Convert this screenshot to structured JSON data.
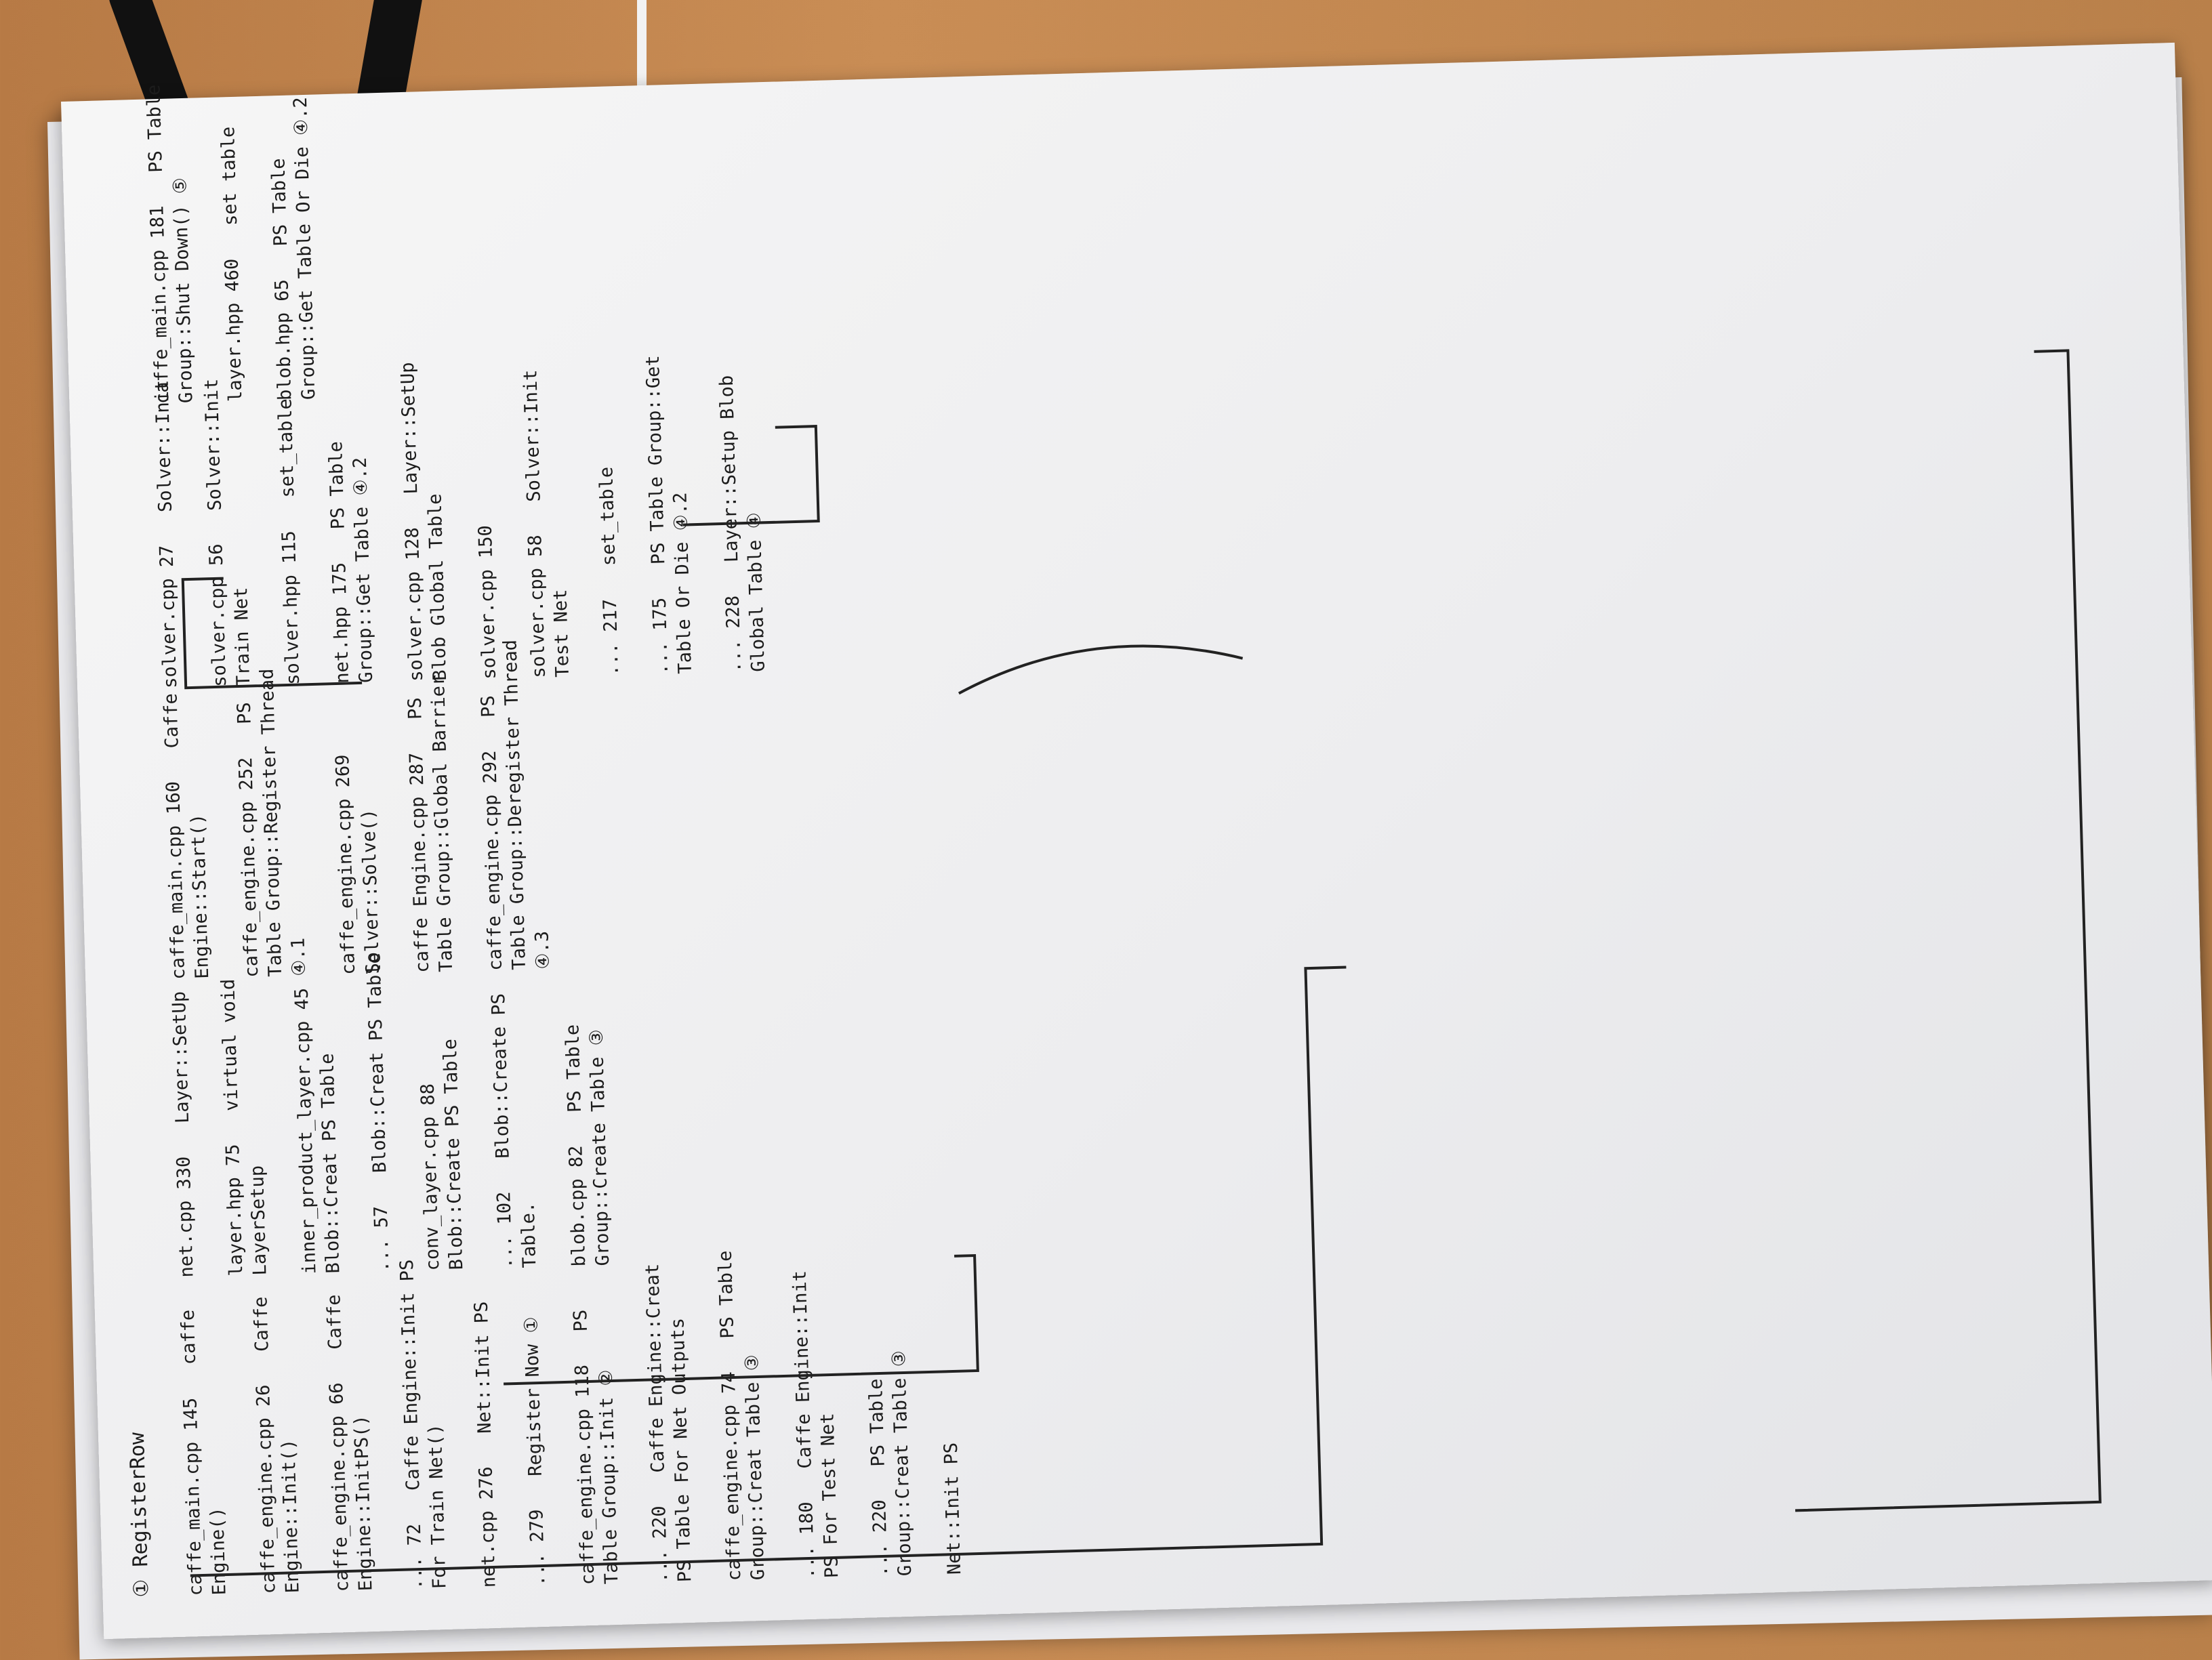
{
  "note": {
    "tag": "① RegisterRow",
    "columns": [
      {
        "name": "column-1",
        "entries": [
          "caffe_main.cpp 145   caffe Engine()",
          "caffe_engine.cpp 26   Caffe Engine::Init()",
          "caffe_engine.cpp 66   Caffe Engine::InitPS()",
          "... 72   Caffe Engine::Init PS For Train Net()",
          "net.cpp 276   Net::Init PS",
          "... 279   Register Now ①",
          "caffe_engine.cpp 118   PS Table Group::Init ②",
          "... 220   Caffe Engine::Creat PS Table For Net Outputs",
          "caffe_engine.cpp 74   PS Table Group::Creat Table ③",
          "... 180   Caffe Engine::Init PS For Test Net",
          "... 220   PS Table Group::Creat Table ③",
          "Net::Init PS"
        ]
      },
      {
        "name": "column-2",
        "entries": [
          "net.cpp 330   Layer::SetUp",
          "layer.hpp 75   virtual void LayerSetup",
          "inner_product_layer.cpp 45   Blob::Creat PS Table",
          "... 57   Blob::Creat PS Table",
          "conv_layer.cpp 88   Blob::Create PS Table",
          "... 102   Blob::Create PS Table.",
          "blob.cpp 82   PS Table Group::Create Table ③"
        ]
      },
      {
        "name": "column-3",
        "entries": [
          "caffe_main.cpp 160   Caffe Engine::Start()",
          "caffe_engine.cpp 252   PS Table Group::Register Thread ④.1",
          "caffe_engine.cpp 269   Solver::Solve()",
          "caffe Engine.cpp 287   PS Table Group::Global Barrier",
          "caffe_engine.cpp 292   PS Table Group::Deregister Thread ④.3"
        ]
      },
      {
        "name": "column-4",
        "entries": [
          "solver.cpp 27   Solver::Init",
          "solver.cpp 56   Solver::Init Train Net",
          "solver.hpp 115   set_table",
          "net.hpp 175   PS Table Group::Get Table ④.2",
          "solver.cpp 128   Layer::SetUp Blob Global Table",
          "solver.cpp 150",
          "solver.cpp 58   Solver::Init Test Net",
          "... 217   set_table",
          "... 175   PS Table Group::Get Table Or Die ④.2",
          "... 228   Layer::Setup Blob Global Table ④"
        ]
      },
      {
        "name": "column-5",
        "entries": [
          "caffe_main.cpp 181   PS Table Group::Shut Down() ⑤",
          "layer.hpp 460   set table",
          "blob.hpp 65   PS Table Group::Get Table Or Die ④.2"
        ]
      }
    ]
  }
}
